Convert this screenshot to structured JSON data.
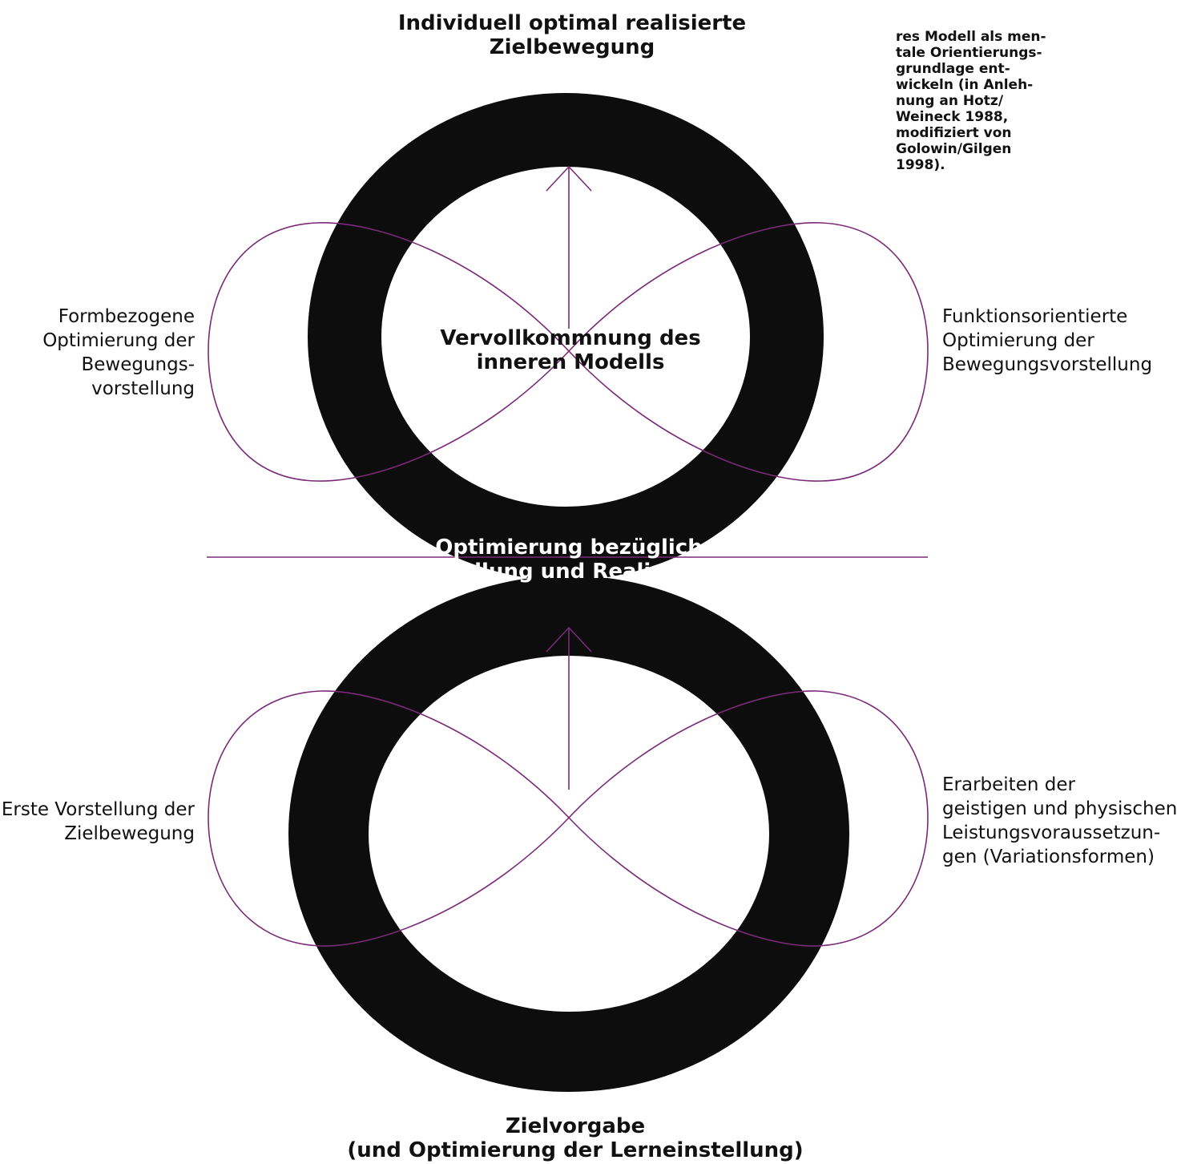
{
  "colors": {
    "ring": "#0d0d0d",
    "lemniscate": "#7a2a78",
    "text": "#111111",
    "inverse_text": "#ffffff"
  },
  "headings": {
    "top_line1": "Individuell optimal realisierte",
    "top_line2": "Zielbewegung",
    "center_line1": "Vervollkommnung des",
    "center_line2": "inneren Modells",
    "middle_line1": "Optimierung bezüglich",
    "middle_line2": "Vorstellung und Realisierung",
    "bottom_line1": "Zielvorgabe",
    "bottom_line2": "(und Optimierung der Lerneinstellung)"
  },
  "side_labels": {
    "upper_left": [
      "Formbezogene",
      "Optimierung der",
      "Bewegungs-",
      "vorstellung"
    ],
    "upper_right": [
      "Funktionsorientierte",
      "Optimierung der",
      "Bewegungsvorstellung"
    ],
    "lower_left": [
      "Erste Vorstellung der",
      "Zielbewegung"
    ],
    "lower_right": [
      "Erarbeiten der",
      "geistigen und physischen",
      "Leistungsvoraussetzun-",
      "gen (Variationsformen)"
    ]
  },
  "caption_lines": [
    "res Modell als men-",
    "tale Orientierungs-",
    "grundlage ent-",
    "wickeln (in Anleh-",
    "nung an Hotz/",
    "Weineck 1988,",
    "modifiziert von",
    "Golowin/Gilgen",
    "1998)."
  ]
}
